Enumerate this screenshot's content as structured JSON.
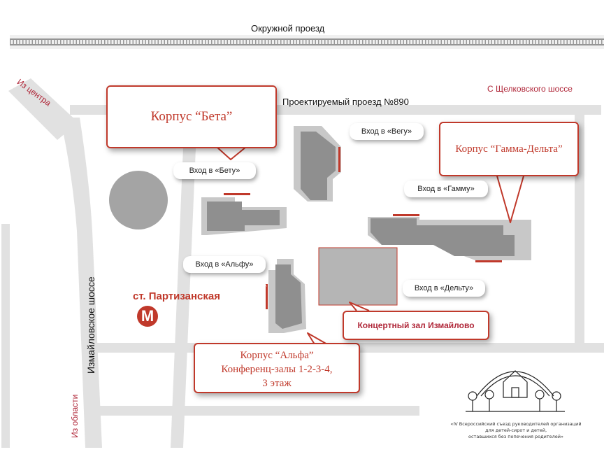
{
  "roads": {
    "okruzhnoy": "Окружной проезд",
    "proektiruemy": "Проектируемый проезд №890",
    "from_schelkovskoe": "С Щелковского шоссе",
    "from_center": "Из центра",
    "izmaylovskoe": "Измайловское шоссе",
    "from_region": "Из области"
  },
  "buildings": {
    "beta": "Корпус “Бета”",
    "gamma_delta": "Корпус “Гамма-Дельта”",
    "alpha_line1": "Корпус “Альфа”",
    "alpha_line2": "Конференц-залы 1-2-3-4,",
    "alpha_line3": "3 этаж",
    "concert_hall": "Концертный зал Измайлово"
  },
  "entrances": {
    "beta": "Вход в «Бету»",
    "vega": "Вход в «Вегу»",
    "gamma": "Вход в «Гамму»",
    "alpha": "Вход в «Альфу»",
    "delta": "Вход в «Дельту»"
  },
  "metro": {
    "station": "ст. Партизанская",
    "icon_letter": "М",
    "color": "#c0392b"
  },
  "organization": {
    "caption_line1": "«IV Всероссийский съезд руководителей организаций",
    "caption_line2": "для детей-сирот и детей,",
    "caption_line3": "оставшихся без попечения родителей»"
  },
  "colors": {
    "accent": "#c0392b",
    "road": "#e1e1e1",
    "building": "#8f8f8f"
  }
}
